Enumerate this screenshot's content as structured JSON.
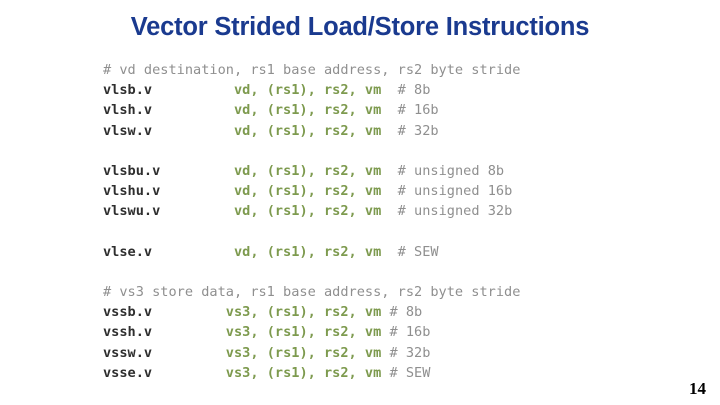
{
  "slide": {
    "title": "Vector Strided Load/Store Instructions",
    "title_color": "#1a3a8f",
    "background_color": "#ffffff",
    "page_number": "14"
  },
  "code": {
    "mnemonic_color": "#2e2e2e",
    "operand_color": "#7d9a4e",
    "comment_color": "#8f8f8f",
    "lines": [
      {
        "kind": "comment",
        "comment": "# vd destination, rs1 base address, rs2 byte stride"
      },
      {
        "kind": "instruction",
        "mnemonic": "vlsb.v",
        "pad": "          ",
        "operands": "vd, (rs1), rs2, vm",
        "gap": "  ",
        "comment": "# 8b"
      },
      {
        "kind": "instruction",
        "mnemonic": "vlsh.v",
        "pad": "          ",
        "operands": "vd, (rs1), rs2, vm",
        "gap": "  ",
        "comment": "# 16b"
      },
      {
        "kind": "instruction",
        "mnemonic": "vlsw.v",
        "pad": "          ",
        "operands": "vd, (rs1), rs2, vm",
        "gap": "  ",
        "comment": "# 32b"
      },
      {
        "kind": "blank",
        "text": " "
      },
      {
        "kind": "instruction",
        "mnemonic": "vlsbu.v",
        "pad": "         ",
        "operands": "vd, (rs1), rs2, vm",
        "gap": "  ",
        "comment": "# unsigned 8b"
      },
      {
        "kind": "instruction",
        "mnemonic": "vlshu.v",
        "pad": "         ",
        "operands": "vd, (rs1), rs2, vm",
        "gap": "  ",
        "comment": "# unsigned 16b"
      },
      {
        "kind": "instruction",
        "mnemonic": "vlswu.v",
        "pad": "         ",
        "operands": "vd, (rs1), rs2, vm",
        "gap": "  ",
        "comment": "# unsigned 32b"
      },
      {
        "kind": "blank",
        "text": " "
      },
      {
        "kind": "instruction",
        "mnemonic": "vlse.v",
        "pad": "          ",
        "operands": "vd, (rs1), rs2, vm",
        "gap": "  ",
        "comment": "# SEW"
      },
      {
        "kind": "blank",
        "text": " "
      },
      {
        "kind": "comment",
        "comment": "# vs3 store data, rs1 base address, rs2 byte stride"
      },
      {
        "kind": "instruction",
        "mnemonic": "vssb.v",
        "pad": "         ",
        "operands": "vs3, (rs1), rs2, vm",
        "gap": " ",
        "comment": "# 8b"
      },
      {
        "kind": "instruction",
        "mnemonic": "vssh.v",
        "pad": "         ",
        "operands": "vs3, (rs1), rs2, vm",
        "gap": " ",
        "comment": "# 16b"
      },
      {
        "kind": "instruction",
        "mnemonic": "vssw.v",
        "pad": "         ",
        "operands": "vs3, (rs1), rs2, vm",
        "gap": " ",
        "comment": "# 32b"
      },
      {
        "kind": "instruction",
        "mnemonic": "vsse.v",
        "pad": "         ",
        "operands": "vs3, (rs1), rs2, vm",
        "gap": " ",
        "comment": "# SEW"
      }
    ]
  }
}
